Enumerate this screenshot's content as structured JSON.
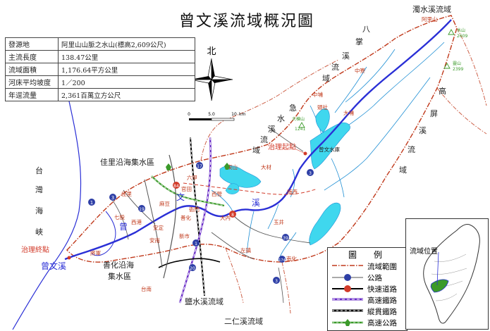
{
  "title": "曾文溪流域概況圖",
  "info_table": [
    {
      "label": "發源地",
      "value": "阿里山山脈之水山(標高2,609公尺)"
    },
    {
      "label": "主流長度",
      "value": "138.47公里"
    },
    {
      "label": "流域面積",
      "value": "1,176.64平方公里"
    },
    {
      "label": "河床平均坡度",
      "value": "1／200"
    },
    {
      "label": "年逕流量",
      "value": "2,361百萬立方公尺"
    }
  ],
  "north_label": "北",
  "scale": {
    "ticks": [
      "0",
      "5.0",
      "10"
    ],
    "unit": "km"
  },
  "region_labels": {
    "zhuoshui": "濁水溪流域",
    "bazhang": [
      "八",
      "掌",
      "溪",
      "流",
      "域"
    ],
    "jishui": [
      "急",
      "水",
      "溪",
      "流",
      "域"
    ],
    "gaoping": [
      "高",
      "屏",
      "溪",
      "流",
      "域"
    ],
    "taiwan_strait": [
      "台",
      "灣",
      "海",
      "峽"
    ],
    "jiali": "佳里沿海集水區",
    "shanhua": [
      "善化沿海",
      "集水區"
    ],
    "yanshui": "鹽水溪流域",
    "erren": "二仁溪流域"
  },
  "river_labels": {
    "zengwen": "曾文溪",
    "wen": "文",
    "xi": "溪",
    "zeng": "曾"
  },
  "reach_labels": {
    "start": "治理起點",
    "end": "治理終點"
  },
  "place_labels": {
    "alishan": "阿里山",
    "shuishan": "水山",
    "shuishan_h": "2609",
    "taolin": "靈山",
    "taolin_h": "2399",
    "daluoshan": "大棟山",
    "daluoshan_h": "1241",
    "zhongpu": "中埔",
    "zhongliao": "中寮",
    "dapu": "大埔",
    "toushe": "頭社",
    "zengwenshuiku": "曾文水庫",
    "nanxi": "楠西",
    "yujing": "玉井",
    "dongshan": "東山",
    "danei": "大內",
    "zuozhen": "左鎮",
    "nanhua": "南化",
    "liujia": "六甲",
    "guantian": "官田",
    "madou": "麻豆",
    "jiali_t": "佳里",
    "qigu": "七股",
    "xigang": "西港",
    "anding": "安定",
    "shanhua_t": "善化",
    "xinshi": "新市",
    "tainan": "台南",
    "annan": "安南",
    "jiangjun": "將軍",
    "xiying": "西營",
    "tatsai": "大材",
    "yamen": "衙門"
  },
  "road_numbers": [
    "1",
    "3",
    "19",
    "17",
    "20",
    "84",
    "8",
    "39",
    "3",
    "3",
    "1",
    "174"
  ],
  "legend": {
    "title": "圖　例",
    "items": [
      "流域範圍",
      "公路",
      "快速道路",
      "高速鐵路",
      "縱貫鐵路",
      "高速公路"
    ],
    "colors": {
      "boundary": "#c0391b",
      "highway": "#2e3fa6",
      "express": "#d23b2a",
      "hsr": "#6b2fc7",
      "rail": "#000000",
      "freeway": "#3b9a2a"
    }
  },
  "inset": {
    "label": "流域位置"
  },
  "colors": {
    "river": "#2a2fd6",
    "reservoir": "#3fd7ee",
    "tributary": "#1f8fd4",
    "boundary": "#c0391b",
    "coast": "#2a2fd6",
    "roads": "#555555"
  }
}
